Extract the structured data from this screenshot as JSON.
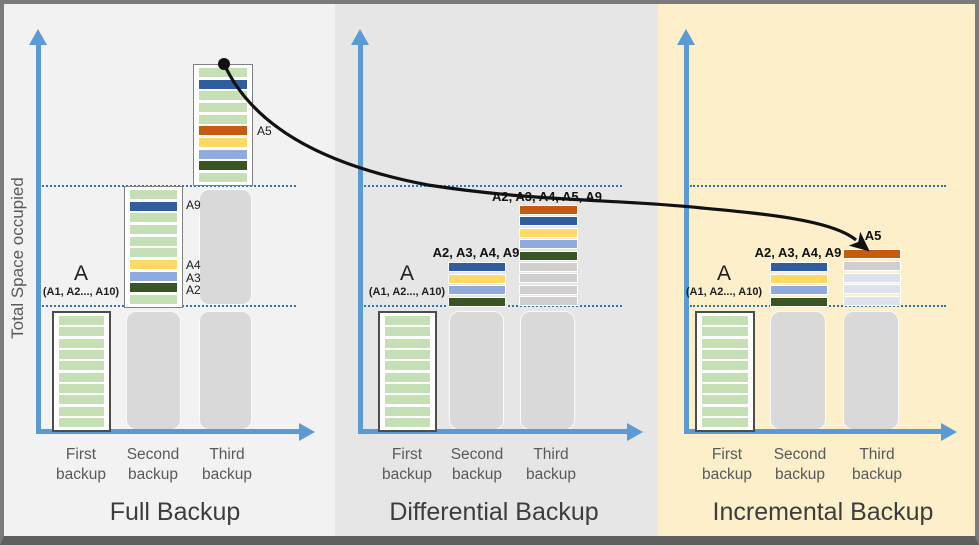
{
  "colors": {
    "axis": "#5B9BD5",
    "dotted_line": "#2E75B6",
    "light_green": "#C5E0B4",
    "dark_blue": "#2F5D9E",
    "yellow": "#FFD966",
    "light_blue": "#8FAADC",
    "dark_green": "#375623",
    "orange": "#C55A11",
    "gray_stripe": "#D0CECE",
    "slate_stripe": "#DCE3ED",
    "gray_block": "#D9D9D9",
    "panel_full_bg": "#F2F2F2",
    "panel_differential_bg": "#E7E6E6",
    "panel_incremental_bg": "#FCEFCA",
    "curve": "#111111"
  },
  "y_axis_label": "Total Space occupied",
  "panels": [
    {
      "title": "Full Backup",
      "columns": [
        "First backup",
        "Second backup",
        "Third backup"
      ],
      "first_bar_label": "A",
      "first_bar_sublabel": "(A1, A2..., A10)",
      "stripe_labels": {
        "a9": "A9",
        "a4": "A4",
        "a3": "A3",
        "a2": "A2",
        "a5": "A5"
      },
      "bars": {
        "first": {
          "stripes": [
            "light_green",
            "light_green",
            "light_green",
            "light_green",
            "light_green",
            "light_green",
            "light_green",
            "light_green",
            "light_green",
            "light_green"
          ]
        },
        "second": {
          "stripes": [
            "light_green",
            "dark_blue",
            "light_green",
            "light_green",
            "light_green",
            "light_green",
            "yellow",
            "light_blue",
            "dark_green",
            "light_green"
          ]
        },
        "third": {
          "stripes": [
            "light_green",
            "dark_blue",
            "light_green",
            "light_green",
            "light_green",
            "orange",
            "yellow",
            "light_blue",
            "dark_green",
            "light_green"
          ]
        }
      }
    },
    {
      "title": "Differential Backup",
      "columns": [
        "First backup",
        "Second backup",
        "Third backup"
      ],
      "first_bar_label": "A",
      "first_bar_sublabel": "(A1, A2..., A10)",
      "group_labels": {
        "second": "A2, A3, A4, A9",
        "third": "A2, A3, A4, A5, A9"
      },
      "bars": {
        "first": {
          "stripes": [
            "light_green",
            "light_green",
            "light_green",
            "light_green",
            "light_green",
            "light_green",
            "light_green",
            "light_green",
            "light_green",
            "light_green"
          ]
        },
        "second_stack": {
          "stripes": [
            "dark_blue",
            "yellow",
            "light_blue",
            "dark_green"
          ]
        },
        "third_stack": {
          "stripes": [
            "orange",
            "dark_blue",
            "yellow",
            "light_blue",
            "dark_green",
            "gray_stripe",
            "gray_stripe",
            "gray_stripe",
            "gray_stripe"
          ]
        }
      }
    },
    {
      "title": "Incremental Backup",
      "columns": [
        "First backup",
        "Second backup",
        "Third backup"
      ],
      "first_bar_label": "A",
      "first_bar_sublabel": "(A1, A2..., A10)",
      "group_labels": {
        "second": "A2, A3, A4, A9",
        "third": "A5"
      },
      "bars": {
        "first": {
          "stripes": [
            "light_green",
            "light_green",
            "light_green",
            "light_green",
            "light_green",
            "light_green",
            "light_green",
            "light_green",
            "light_green",
            "light_green"
          ]
        },
        "second_stack": {
          "stripes": [
            "dark_blue",
            "yellow",
            "light_blue",
            "dark_green"
          ]
        },
        "third_stack": {
          "stripes": [
            "orange",
            "gray_stripe",
            "slate_stripe",
            "slate_stripe",
            "slate_stripe"
          ]
        }
      }
    }
  ]
}
